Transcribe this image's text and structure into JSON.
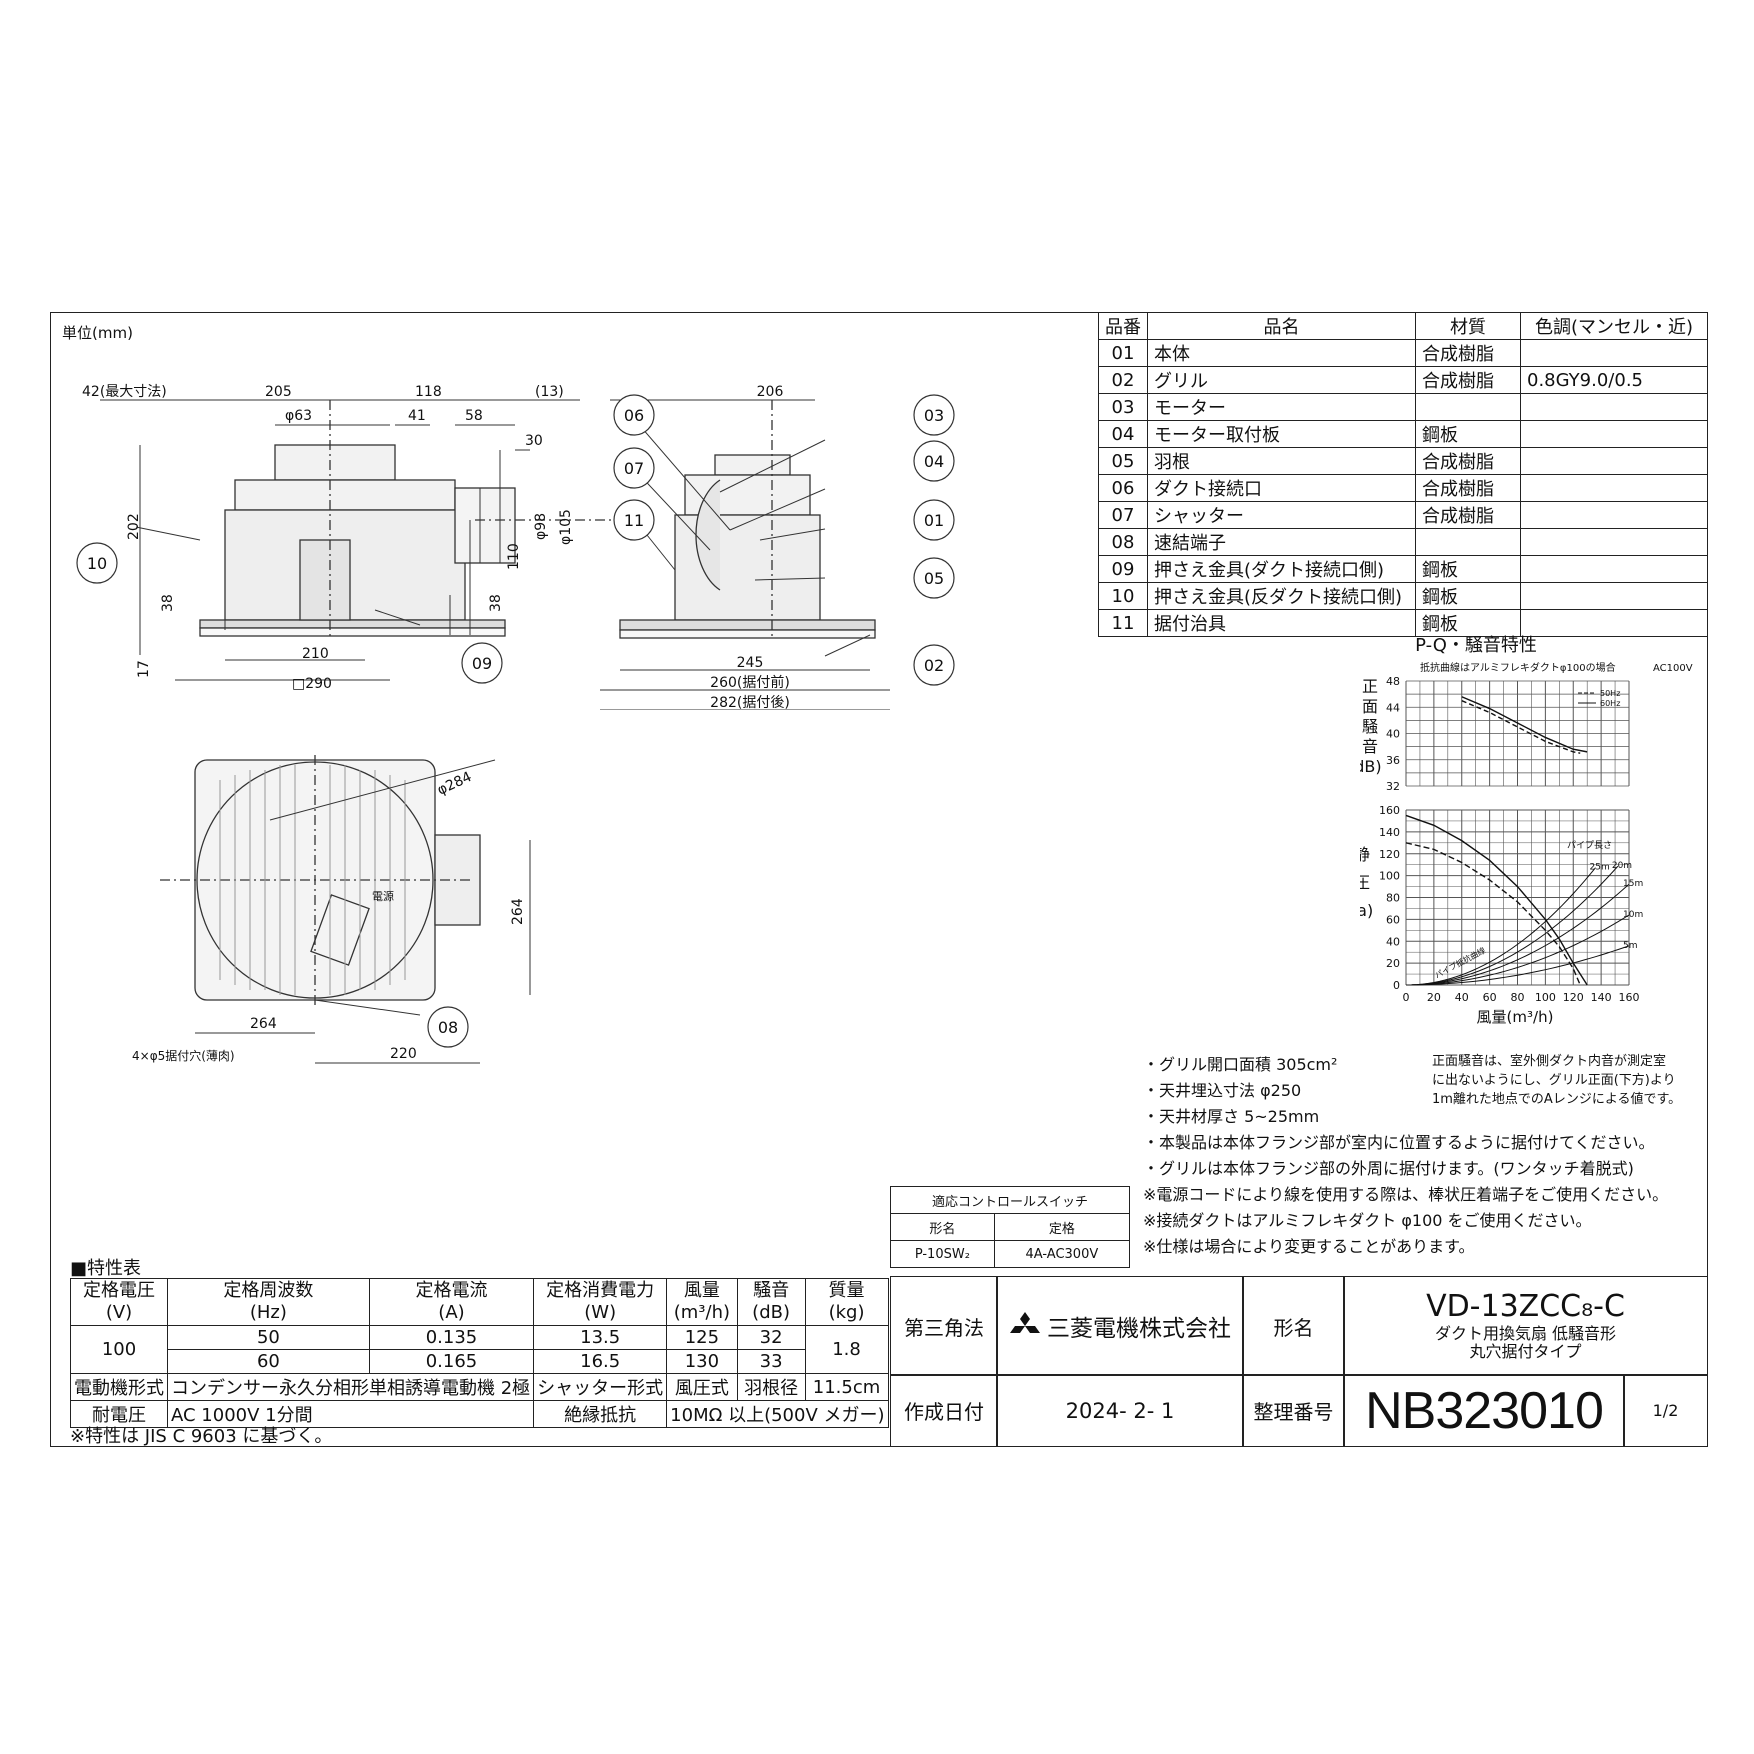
{
  "unit_label": "単位(mm)",
  "parts_table": {
    "headers": [
      "品番",
      "品名",
      "材質",
      "色調(マンセル・近)"
    ],
    "rows": [
      [
        "01",
        "本体",
        "合成樹脂",
        ""
      ],
      [
        "02",
        "グリル",
        "合成樹脂",
        "0.8GY9.0/0.5"
      ],
      [
        "03",
        "モーター",
        "",
        ""
      ],
      [
        "04",
        "モーター取付板",
        "鋼板",
        ""
      ],
      [
        "05",
        "羽根",
        "合成樹脂",
        ""
      ],
      [
        "06",
        "ダクト接続口",
        "合成樹脂",
        ""
      ],
      [
        "07",
        "シャッター",
        "合成樹脂",
        ""
      ],
      [
        "08",
        "速結端子",
        "",
        ""
      ],
      [
        "09",
        "押さえ金具(ダクト接続口側)",
        "鋼板",
        ""
      ],
      [
        "10",
        "押さえ金具(反ダクト接続口側)",
        "鋼板",
        ""
      ],
      [
        "11",
        "据付治具",
        "鋼板",
        ""
      ]
    ]
  },
  "drawing": {
    "dims_side": {
      "d42": "42(最大寸法)",
      "d205": "205",
      "d118": "118",
      "d13": "(13)",
      "d63": "φ63",
      "d41": "41",
      "d58": "58",
      "d30": "30",
      "d202": "202",
      "d98": "φ98",
      "d105": "φ105",
      "d110": "110",
      "d38a": "38",
      "d38b": "38",
      "d17": "17",
      "d210": "210",
      "d290": "□290"
    },
    "dims_front": {
      "d206": "206",
      "d245": "245",
      "d260": "260(据付前)",
      "d282": "282(据付後)"
    },
    "dims_bottom": {
      "d284": "φ284",
      "d264v": "264",
      "d264h": "264",
      "d220": "220",
      "holes": "4×φ5据付穴(薄肉)",
      "power": "電源"
    },
    "callouts": {
      "c01": "01",
      "c02": "02",
      "c03": "03",
      "c04": "04",
      "c05": "05",
      "c06": "06",
      "c07": "07",
      "c08": "08",
      "c09": "09",
      "c10": "10",
      "c11": "11"
    }
  },
  "chart_data": {
    "type": "line",
    "title": "P-Q・騒音特性",
    "subtitle": "抵抗曲線はアルミフレキダクトφ100の場合",
    "supply": "AC100V",
    "noise": {
      "ylabel": "正面騒音(dB)",
      "ylim": [
        32,
        48
      ],
      "yticks": [
        "48",
        "44",
        "40",
        "36",
        "32"
      ],
      "series": [
        {
          "name": "50Hz",
          "style": "dashed",
          "points": [
            [
              40,
              45
            ],
            [
              60,
              43.2
            ],
            [
              80,
              41
            ],
            [
              100,
              38.8
            ],
            [
              120,
              37.2
            ],
            [
              125,
              37
            ]
          ]
        },
        {
          "name": "60Hz",
          "style": "solid",
          "points": [
            [
              40,
              45.6
            ],
            [
              60,
              43.8
            ],
            [
              80,
              41.6
            ],
            [
              100,
              39.4
            ],
            [
              120,
              37.6
            ],
            [
              130,
              37.2
            ]
          ]
        }
      ]
    },
    "pq": {
      "ylabel": "静圧(Pa)",
      "xlabel": "風量(m³/h)",
      "xlim": [
        0,
        160
      ],
      "ylim": [
        0,
        160
      ],
      "xticks": [
        "0",
        "20",
        "40",
        "60",
        "80",
        "100",
        "120",
        "140",
        "160"
      ],
      "yticks": [
        "160",
        "140",
        "120",
        "100",
        "80",
        "60",
        "40",
        "20",
        "0"
      ],
      "series": [
        {
          "name": "50Hz",
          "style": "dashed",
          "points": [
            [
              0,
              130
            ],
            [
              20,
              124
            ],
            [
              40,
              112
            ],
            [
              60,
              96
            ],
            [
              80,
              76
            ],
            [
              100,
              50
            ],
            [
              110,
              35
            ],
            [
              120,
              15
            ],
            [
              125,
              0
            ]
          ]
        },
        {
          "name": "60Hz",
          "style": "solid",
          "points": [
            [
              0,
              155
            ],
            [
              20,
              146
            ],
            [
              40,
              132
            ],
            [
              60,
              114
            ],
            [
              80,
              90
            ],
            [
              100,
              60
            ],
            [
              110,
              42
            ],
            [
              120,
              20
            ],
            [
              130,
              0
            ]
          ]
        }
      ],
      "pipe_curves": {
        "title": "パイプ長さ",
        "label": "パイプ抵抗曲線",
        "lengths": [
          "25m",
          "20m",
          "15m",
          "10m",
          "5m"
        ],
        "k": [
          0.0058,
          0.0047,
          0.0036,
          0.0025,
          0.0014
        ]
      }
    }
  },
  "notes": [
    "・グリル開口面積  305cm²",
    "・天井埋込寸法  φ250",
    "・天井材厚さ  5~25mm",
    "・本製品は本体フランジ部が室内に位置するように据付けてください。",
    "・グリルは本体フランジ部の外周に据付けます。(ワンタッチ着脱式)",
    "※電源コードにより線を使用する際は、棒状圧着端子をご使用ください。",
    "※接続ダクトはアルミフレキダクト φ100 をご使用ください。",
    "※仕様は場合により変更することがあります。"
  ],
  "noise_note": [
    "正面騒音は、室外側ダクト内音が測定室",
    "に出ないようにし、グリル正面(下方)より",
    "1m離れた地点でのAレンジによる値です。"
  ],
  "control_switch": {
    "title": "適応コントロールスイッチ",
    "h_model": "形名",
    "h_rating": "定格",
    "model": "P-10SW₂",
    "rating": "4A-AC300V"
  },
  "spec": {
    "title": "■特性表",
    "headers": [
      "定格電圧\n(V)",
      "定格周波数\n(Hz)",
      "定格電流\n(A)",
      "定格消費電力\n(W)",
      "風量\n(m³/h)",
      "騒音\n(dB)",
      "質量\n(kg)"
    ],
    "voltage": "100",
    "mass": "1.8",
    "rows": [
      [
        "50",
        "0.135",
        "13.5",
        "125",
        "32"
      ],
      [
        "60",
        "0.165",
        "16.5",
        "130",
        "33"
      ]
    ],
    "motor_label": "電動機形式",
    "motor": "コンデンサー永久分相形単相誘導電動機 2極",
    "shutter_label": "シャッター形式",
    "shutter": "風圧式",
    "blade_label": "羽根径",
    "blade": "11.5cm",
    "withstand_label": "耐電圧",
    "withstand": "AC 1000V 1分間",
    "insulation_label": "絶縁抵抗",
    "insulation": "10MΩ 以上(500V メガー)",
    "note": "※特性は JIS C 9603 に基づく。"
  },
  "title_block": {
    "projection": "第三角法",
    "company": "三菱電機株式会社",
    "model_label": "形名",
    "model": "VD-13ZCC₈-C",
    "desc1": "ダクト用換気扇  低騒音形",
    "desc2": "丸穴据付タイプ",
    "date_label": "作成日付",
    "date": "2024- 2- 1",
    "number_label": "整理番号",
    "number": "NB323010",
    "page": "1/2"
  }
}
